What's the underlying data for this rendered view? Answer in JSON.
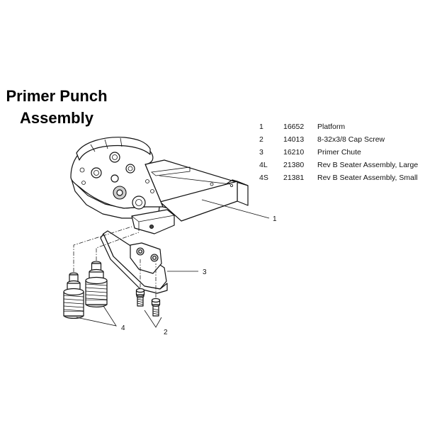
{
  "title": {
    "line1": "Primer Punch",
    "line2": "Assembly"
  },
  "parts": [
    {
      "id": "1",
      "number": "16652",
      "description": "Platform"
    },
    {
      "id": "2",
      "number": "14013",
      "description": "8-32x3/8 Cap Screw"
    },
    {
      "id": "3",
      "number": "16210",
      "description": "Primer Chute"
    },
    {
      "id": "4L",
      "number": "21380",
      "description": "Rev B Seater Assembly, Large"
    },
    {
      "id": "4S",
      "number": "21381",
      "description": "Rev B Seater Assembly, Small"
    }
  ],
  "callouts": {
    "platform": "1",
    "screws": "2",
    "chute": "3",
    "seaters": "4"
  },
  "icons": {
    "platform": "platform-icon",
    "chute": "primer-chute-icon",
    "screws": "cap-screw-icon",
    "seaters": "seater-assembly-icon"
  }
}
